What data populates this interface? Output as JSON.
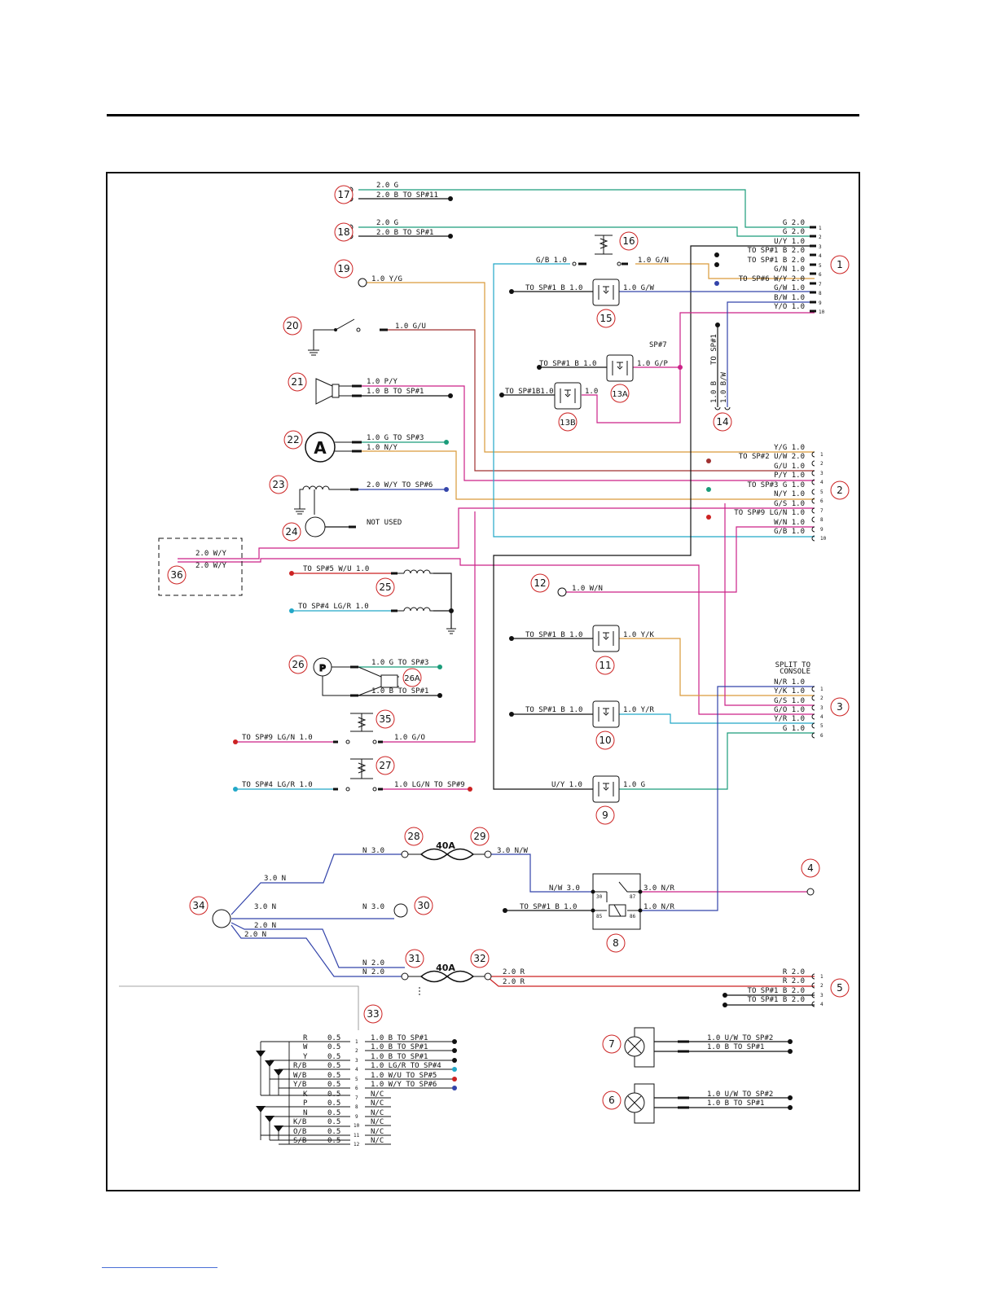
{
  "callouts": {
    "c1": "1",
    "c2": "2",
    "c3": "3",
    "c4": "4",
    "c5": "5",
    "c6": "6",
    "c7": "7",
    "c8": "8",
    "c9": "9",
    "c10": "10",
    "c11": "11",
    "c12": "12",
    "c13a": "13A",
    "c13b": "13B",
    "c14": "14",
    "c15": "15",
    "c16": "16",
    "c17": "17",
    "c18": "18",
    "c19": "19",
    "c20": "20",
    "c21": "21",
    "c22": "22",
    "c23": "23",
    "c24": "24",
    "c25": "25",
    "c26": "26",
    "c26a": "26A",
    "c27": "27",
    "c28": "28",
    "c29": "29",
    "c30": "30",
    "c31": "31",
    "c32": "32",
    "c33": "33",
    "c34": "34",
    "c35": "35",
    "c36": "36"
  },
  "symbols": {
    "ammeter": "A",
    "pressure": "P",
    "fuse1": "40A",
    "fuse2": "40A"
  },
  "labels": {
    "w17a": "2.0  G",
    "w17b": "2.0  B   TO SP#11",
    "w18a": "2.0  G",
    "w18b": "2.0  B   TO SP#1",
    "w19": "1.0   Y/G",
    "w20": "1.0      G/U",
    "w21a": "1.0   P/Y",
    "w21b": "1.0   B      TO SP#1",
    "w22a": "1.0   G      TO SP#3",
    "w22b": "1.0   N/Y",
    "w23": "2.0   W/Y   TO SP#6",
    "w24": "NOT USED",
    "w36a": "2.0    W/Y",
    "w36b": "2.0    W/Y",
    "w25a": "TO SP#5     W/U    1.0",
    "w25b": "TO SP#4      LG/R    1.0",
    "w26a": "1.0  G      TO SP#3",
    "w26b": "1.0  B      TO SP#1",
    "w35l": "TO SP#9     LG/N    1.0",
    "w35r": "1.0     G/O",
    "w27l": "TO SP#4     LG/R     1.0",
    "w27r": "1.0     LG/N  TO SP#9",
    "w16l": "G/B          1.0",
    "w16r": "1.0          G/N",
    "w15l": "TO SP#1   B   1.0",
    "w15r": "1.0        G/W",
    "sp7": "SP#7",
    "w13al": "TO SP#1   B    1.0",
    "w13ar": "1.0       G/P",
    "w13bl": "TO SP#1B1.0",
    "w13br": "1.0",
    "w14a": "TO SP#1",
    "w14b": "1.0   B",
    "w14c": "1.0   B/W",
    "w12": "1.0     W/N",
    "w11l": "TO SP#1    B    1.0",
    "w11r": "1.0       Y/K",
    "w10l": "TO SP#1    B    1.0",
    "w10r": "1.0       Y/R",
    "w9l": "U/Y       1.0",
    "w9r": "1.0          G",
    "split1": "SPLIT  TO",
    "split2": "CONSOLE",
    "w28": "N      3.0",
    "w29": "3.0      N/W",
    "w8a": "N/W   3.0",
    "w8b": "3.0     N/R",
    "w8c": "TO SP#1    B    1.0",
    "w8d": "1.0      N/R",
    "p30": "30",
    "p87": "87",
    "p85": "85",
    "p86": "86",
    "w30": "N      3.0",
    "w34a": "3.0       N",
    "w34b": "3.0       N",
    "w34c": "2.0       N",
    "w34d": "2.0       N",
    "w31a": "N      2.0",
    "w31b": "N      2.0",
    "w32a": "2.0      R",
    "w32b": "2.0      R",
    "w7a": "1.0    U/W    TO SP#2",
    "w7b": "1.0    B        TO SP#1",
    "w6a": "1.0    U/W    TO SP#2",
    "w6b": "1.0    B        TO SP#1"
  },
  "connector1": {
    "rows": [
      {
        "l": "G   2.0",
        "p": "1"
      },
      {
        "l": "G   2.0",
        "p": "2"
      },
      {
        "l": "U/Y   1.0",
        "p": "3"
      },
      {
        "l": "TO SP#1     B   2.0",
        "p": "4"
      },
      {
        "l": "TO SP#1     B   2.0",
        "p": "5"
      },
      {
        "l": "G/N   1.0",
        "p": "6"
      },
      {
        "l": "TO SP#6    W/Y  2.0",
        "p": "7"
      },
      {
        "l": "G/W   1.0",
        "p": "8"
      },
      {
        "l": "B/W   1.0",
        "p": "9"
      },
      {
        "l": "Y/O   1.0",
        "p": "10"
      }
    ]
  },
  "connector2": {
    "rows": [
      {
        "l": "Y/G    1.0",
        "p": "1"
      },
      {
        "l": "TO SP#2      U/W    2.0",
        "p": "2"
      },
      {
        "l": "G/U    1.0",
        "p": "3"
      },
      {
        "l": "P/Y    1.0",
        "p": "4"
      },
      {
        "l": "TO SP#3       G     1.0",
        "p": "5"
      },
      {
        "l": "N/Y    1.0",
        "p": "6"
      },
      {
        "l": "G/S    1.0",
        "p": "7"
      },
      {
        "l": "TO SP#9     LG/N    1.0",
        "p": "8"
      },
      {
        "l": "W/N    1.0",
        "p": "9"
      },
      {
        "l": "G/B    1.0",
        "p": "10"
      }
    ]
  },
  "connector3": {
    "rows": [
      {
        "l": "N/R    1.0",
        "p": "1"
      },
      {
        "l": "Y/K    1.0",
        "p": "2"
      },
      {
        "l": "G/S    1.0",
        "p": "3"
      },
      {
        "l": "G/O    1.0",
        "p": "4"
      },
      {
        "l": "Y/R    1.0",
        "p": "5"
      },
      {
        "l": "G    1.0",
        "p": "6"
      }
    ]
  },
  "connector5": {
    "rows": [
      {
        "l": "R    2.0",
        "p": "1"
      },
      {
        "l": "R    2.0",
        "p": "2"
      },
      {
        "l": "TO SP#1    B    2.0",
        "p": "3"
      },
      {
        "l": "TO SP#1    B    2.0",
        "p": "4"
      }
    ]
  },
  "connector33": {
    "rows": [
      {
        "c": "R",
        "s": "0.5",
        "p": "1",
        "r": "1.0     B          TO SP#1"
      },
      {
        "c": "W",
        "s": "0.5",
        "p": "2",
        "r": "1.0     B          TO SP#1"
      },
      {
        "c": "Y",
        "s": "0.5",
        "p": "3",
        "r": "1.0     B          TO SP#1"
      },
      {
        "c": "R/B",
        "s": "0.5",
        "p": "4",
        "r": "1.0    LG/R      TO SP#4"
      },
      {
        "c": "W/B",
        "s": "0.5",
        "p": "5",
        "r": "1.0    W/U       TO SP#5"
      },
      {
        "c": "Y/B",
        "s": "0.5",
        "p": "6",
        "r": "1.0    W/Y       TO SP#6"
      },
      {
        "c": "K",
        "s": "0.5",
        "p": "7",
        "r": "N/C"
      },
      {
        "c": "P",
        "s": "0.5",
        "p": "8",
        "r": "N/C"
      },
      {
        "c": "N",
        "s": "0.5",
        "p": "9",
        "r": "N/C"
      },
      {
        "c": "K/B",
        "s": "0.5",
        "p": "10",
        "r": "N/C"
      },
      {
        "c": "O/B",
        "s": "0.5",
        "p": "11",
        "r": "N/C"
      },
      {
        "c": "S/B",
        "s": "0.5",
        "p": "12",
        "r": "N/C"
      }
    ]
  },
  "colors": {
    "green": "#1a9c7a",
    "orange": "#d99a3a",
    "magenta": "#cc2288",
    "blue": "#3344aa",
    "cyan": "#22a8c8",
    "red": "#cc2222",
    "darkred": "#a03030",
    "black": "#111111"
  }
}
